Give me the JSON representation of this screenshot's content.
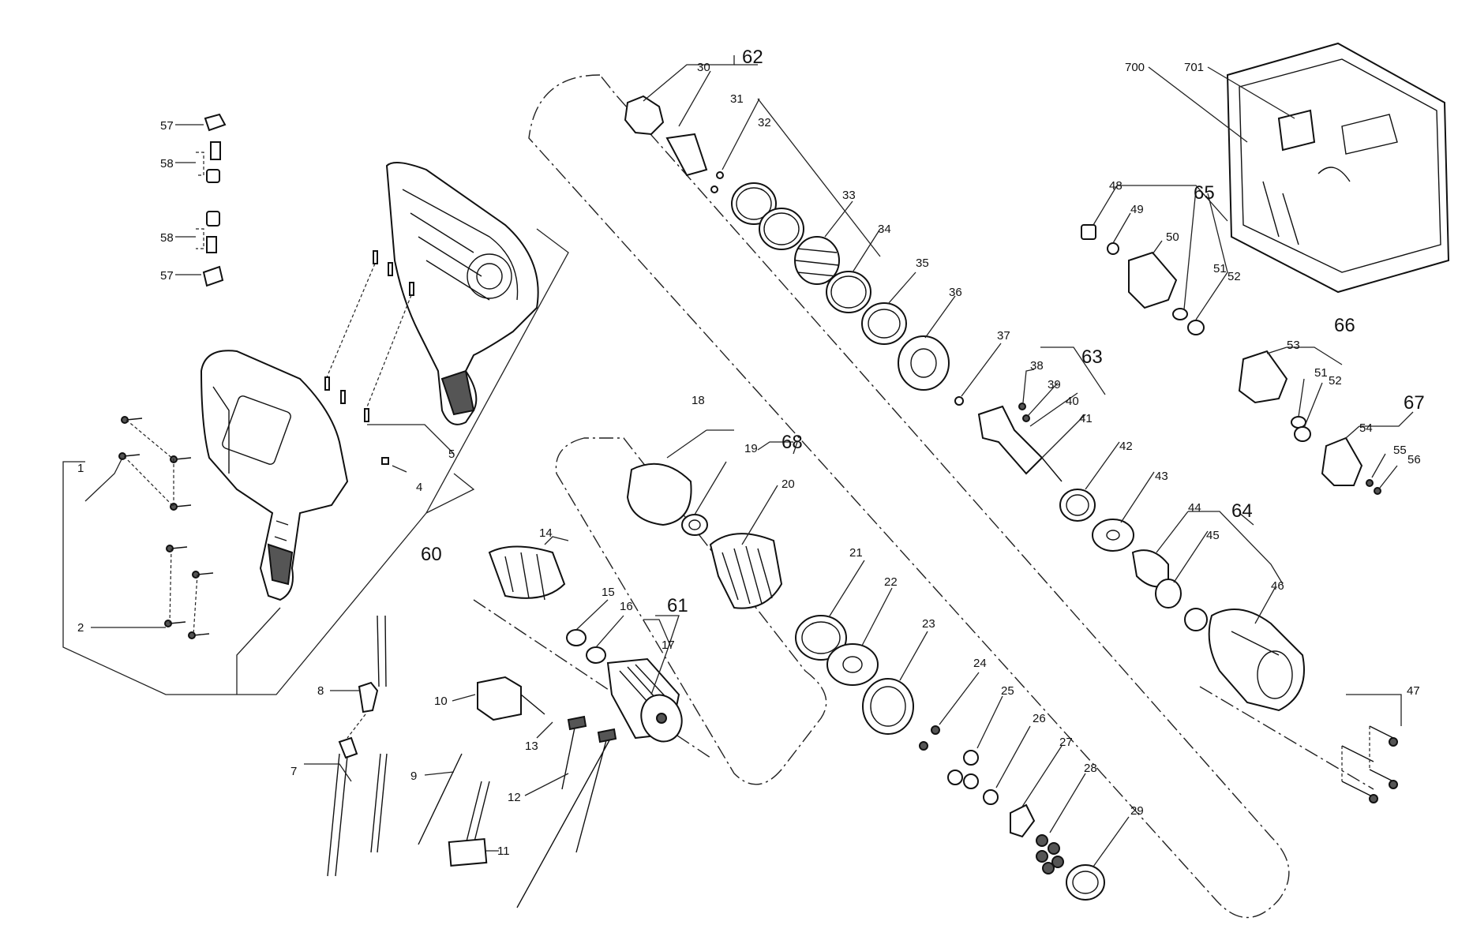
{
  "labels": {
    "l1": "1",
    "l2": "2",
    "l4": "4",
    "l5": "5",
    "l7": "7",
    "l8": "8",
    "l9": "9",
    "l10": "10",
    "l11": "11",
    "l12": "12",
    "l13": "13",
    "l14": "14",
    "l15": "15",
    "l16": "16",
    "l17": "17",
    "l18": "18",
    "l19": "19",
    "l20": "20",
    "l21": "21",
    "l22": "22",
    "l23": "23",
    "l24": "24",
    "l25": "25",
    "l26": "26",
    "l27": "27",
    "l28": "28",
    "l29": "29",
    "l30": "30",
    "l31": "31",
    "l32": "32",
    "l33": "33",
    "l34": "34",
    "l35": "35",
    "l36": "36",
    "l37": "37",
    "l38": "38",
    "l39": "39",
    "l40": "40",
    "l41": "41",
    "l42": "42",
    "l43": "43",
    "l44": "44",
    "l45": "45",
    "l46": "46",
    "l47": "47",
    "l48": "48",
    "l49": "49",
    "l50": "50",
    "l51a": "51",
    "l51b": "51",
    "l52a": "52",
    "l52b": "52",
    "l53": "53",
    "l54": "54",
    "l55": "55",
    "l56": "56",
    "l57a": "57",
    "l57b": "57",
    "l58a": "58",
    "l58b": "58",
    "l60": "60",
    "l61": "61",
    "l62": "62",
    "l63": "63",
    "l64": "64",
    "l65": "65",
    "l66": "66",
    "l67": "67",
    "l68": "68",
    "l700": "700",
    "l701": "701"
  }
}
